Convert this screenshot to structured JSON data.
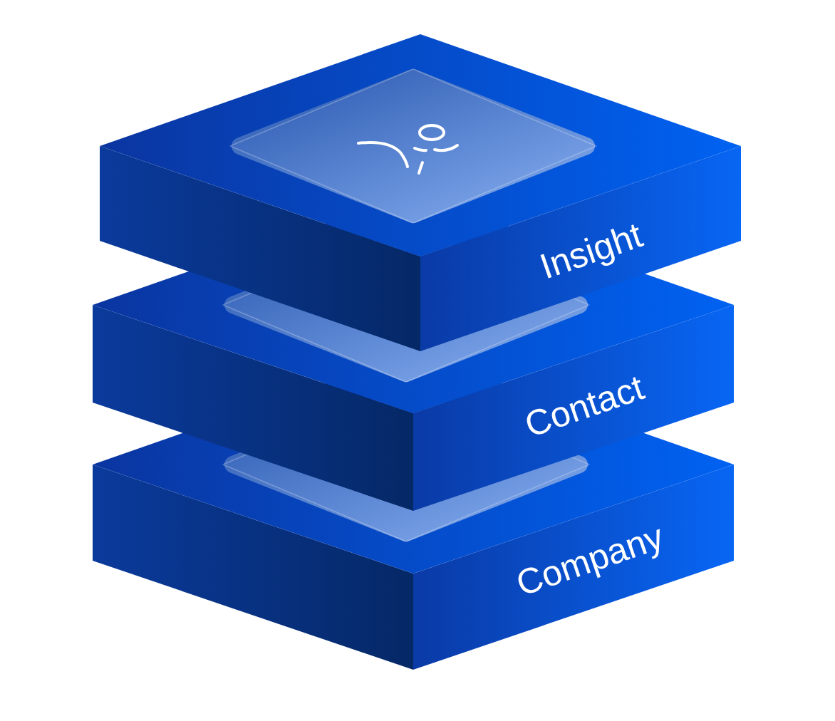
{
  "diagram": {
    "nodes": [
      {
        "text": [
          "Insight"
        ]
      },
      {
        "text": [
          "Contact"
        ]
      },
      {
        "text": [
          "Company"
        ]
      }
    ]
  }
}
